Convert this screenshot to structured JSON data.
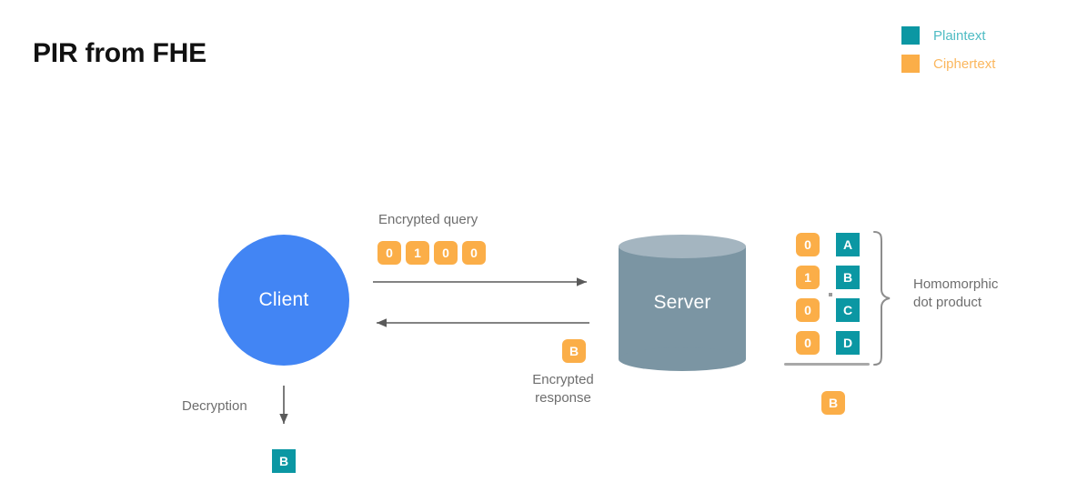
{
  "page": {
    "title": "PIR from FHE",
    "background_color": "#ffffff"
  },
  "colors": {
    "plaintext": "#0b97a3",
    "ciphertext": "#fbae48",
    "client": "#4285f4",
    "server": "#7b95a3",
    "server_top": "#a4b5c0",
    "label_gray": "#6e6e6e",
    "line_gray": "#5a5a5a"
  },
  "legend": {
    "items": [
      {
        "label": "Plaintext",
        "color": "#0b97a3"
      },
      {
        "label": "Ciphertext",
        "color": "#fbae48"
      }
    ]
  },
  "nodes": {
    "client": {
      "label": "Client"
    },
    "server": {
      "label": "Server"
    }
  },
  "query": {
    "label": "Encrypted query",
    "bits": [
      "0",
      "1",
      "0",
      "0"
    ],
    "kind": "ciphertext"
  },
  "response": {
    "value": "B",
    "kind": "ciphertext",
    "label_line1": "Encrypted",
    "label_line2": "response"
  },
  "decryption": {
    "label": "Decryption",
    "result": "B",
    "result_kind": "plaintext"
  },
  "dot_product": {
    "caption_line1": "Homomorphic",
    "caption_line2": "dot product",
    "query_bits": [
      "0",
      "1",
      "0",
      "0"
    ],
    "database_entries": [
      "A",
      "B",
      "C",
      "D"
    ],
    "operator": "dot",
    "result": "B",
    "result_kind": "ciphertext"
  },
  "arrows": {
    "client_to_server": "right",
    "server_to_client": "left",
    "client_decrypt": "down"
  }
}
